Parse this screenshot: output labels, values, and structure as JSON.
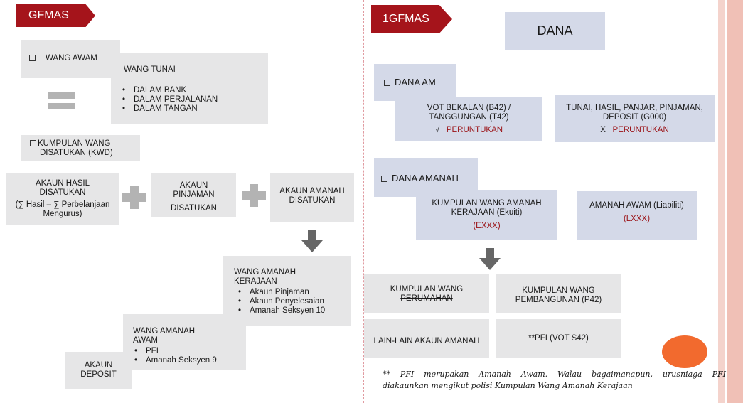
{
  "header": {
    "left_tag": "GFMAS",
    "right_tag": "1GFMAS",
    "dana": "DANA"
  },
  "left": {
    "wang_awam": "WANG AWAM",
    "wang_tunai": "WANG TUNAI",
    "wang_tunai_items": [
      "DALAM BANK",
      "DALAM PERJALANAN",
      "DALAM TANGAN"
    ],
    "kwd_line1": "KUMPULAN WANG",
    "kwd_line2": "DISATUKAN (KWD)",
    "akaun_hasil_line1": "AKAUN HASIL",
    "akaun_hasil_line2": "DISATUKAN",
    "akaun_hasil_formula_line1": "(∑  Hasil – ∑ Perbelanjaan",
    "akaun_hasil_formula_line2": "Mengurus)",
    "akaun_pinjaman_line1": "AKAUN",
    "akaun_pinjaman_line2": "PINJAMAN",
    "akaun_pinjaman_line3": "DISATUKAN",
    "akaun_amanah_line1": "AKAUN AMANAH",
    "akaun_amanah_line2": "DISATUKAN",
    "wak_title_line1": "WANG AMANAH",
    "wak_title_line2": "KERAJAAN",
    "wak_items": [
      "Akaun Pinjaman",
      "Akaun Penyelesaian",
      "Amanah Seksyen 10"
    ],
    "waa_title_line1": "WANG AMANAH",
    "waa_title_line2": "AWAM",
    "waa_items": [
      "PFI",
      "Amanah Seksyen 9"
    ],
    "akaun_deposit_line1": "AKAUN",
    "akaun_deposit_line2": "DEPOSIT"
  },
  "right": {
    "dana_am": "DANA AM",
    "vot_line1": "VOT BEKALAN (B42) /",
    "vot_line2": "TANGGUNGAN (T42)",
    "vot_mark": "√",
    "vot_peruntukan": "PERUNTUKAN",
    "tunai_line1": "TUNAI, HASIL, PANJAR, PINJAMAN,",
    "tunai_line2": "DEPOSIT (G000)",
    "tunai_mark": "X",
    "tunai_peruntukan": "PERUNTUKAN",
    "dana_amanah": "DANA AMANAH",
    "kwak_line1": "KUMPULAN WANG  AMANAH",
    "kwak_line2": "KERAJAAN (Ekuiti)",
    "kwak_code": "(EXXX)",
    "aa_line1": "AMANAH AWAM  (Liabiliti)",
    "aa_code": "(LXXX)",
    "kwp_line1": "KUMPULAN WANG",
    "kwp_line2": "PERUMAHAN",
    "kwpb_line1": "KUMPULAN WANG",
    "kwpb_line2": "PEMBANGUNAN (P42)",
    "lain_lain": "LAIN-LAIN AKAUN AMANAH",
    "pfi_vot": "**PFI (VOT S42)",
    "note_line1": "** PFI merupakan Amanah Awam. Walau bagaimanapun, urusniaga PFI",
    "note_line2": "diakaunkan mengikut polisi Kumpulan Wang Amanah Kerajaan"
  },
  "colors": {
    "tag_red": "#a5141b",
    "box_grey": "#e6e6e7",
    "box_blue": "#d4d9e8",
    "circle_orange": "#f26a2e"
  }
}
